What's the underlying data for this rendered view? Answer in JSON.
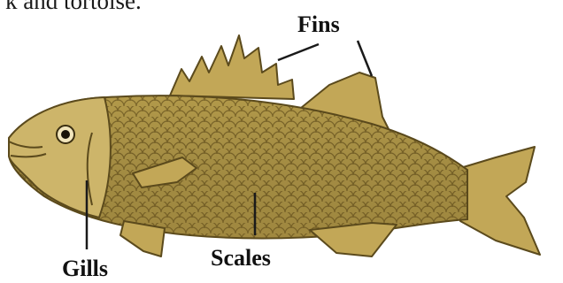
{
  "caption_fragment": "k and tortoise.",
  "labels": {
    "fins": "Fins",
    "gills": "Gills",
    "scales": "Scales"
  },
  "colors": {
    "body": "#b39a4a",
    "body_dark": "#8c7431",
    "head": "#cdb56a",
    "fin": "#c2a757",
    "outline": "#5b4a1c",
    "leader": "#1a1a1a"
  }
}
